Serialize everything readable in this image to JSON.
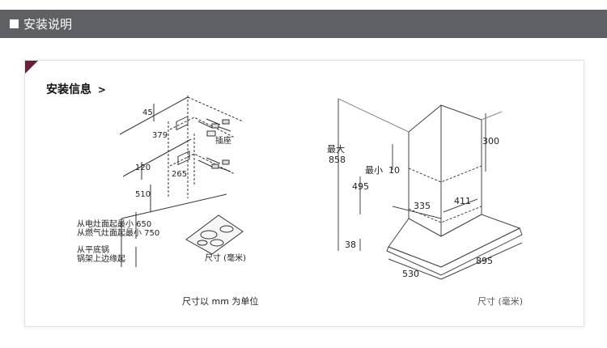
{
  "header": {
    "title": "安装说明"
  },
  "section": {
    "title": "安装信息",
    "arrow": ">"
  },
  "left_diagram": {
    "dims": {
      "top_gap": "45",
      "bracket_width_upper": "379",
      "spacing": "120",
      "bracket_width_lower": "265",
      "lower_height": "510"
    },
    "socket_label": "插座",
    "electric_note_line1": "从电灶面起最小 650",
    "electric_note_line2": "从燃气灶面起最小 750",
    "pot_note_line1": "从平底锅",
    "pot_note_line2": "锅架上边缘起",
    "unit_label": "尺寸 (毫米)"
  },
  "right_diagram": {
    "max_label": "最大",
    "max_value": "858",
    "min_label": "最小",
    "min_value": "10",
    "chimney_height": "300",
    "overlap_height": "495",
    "chimney_depth": "335",
    "chimney_width": "411",
    "hood_height": "38",
    "hood_depth": "530",
    "hood_width": "895",
    "unit_label": "尺寸 (毫米)"
  },
  "caption": "尺寸以 mm 为单位"
}
